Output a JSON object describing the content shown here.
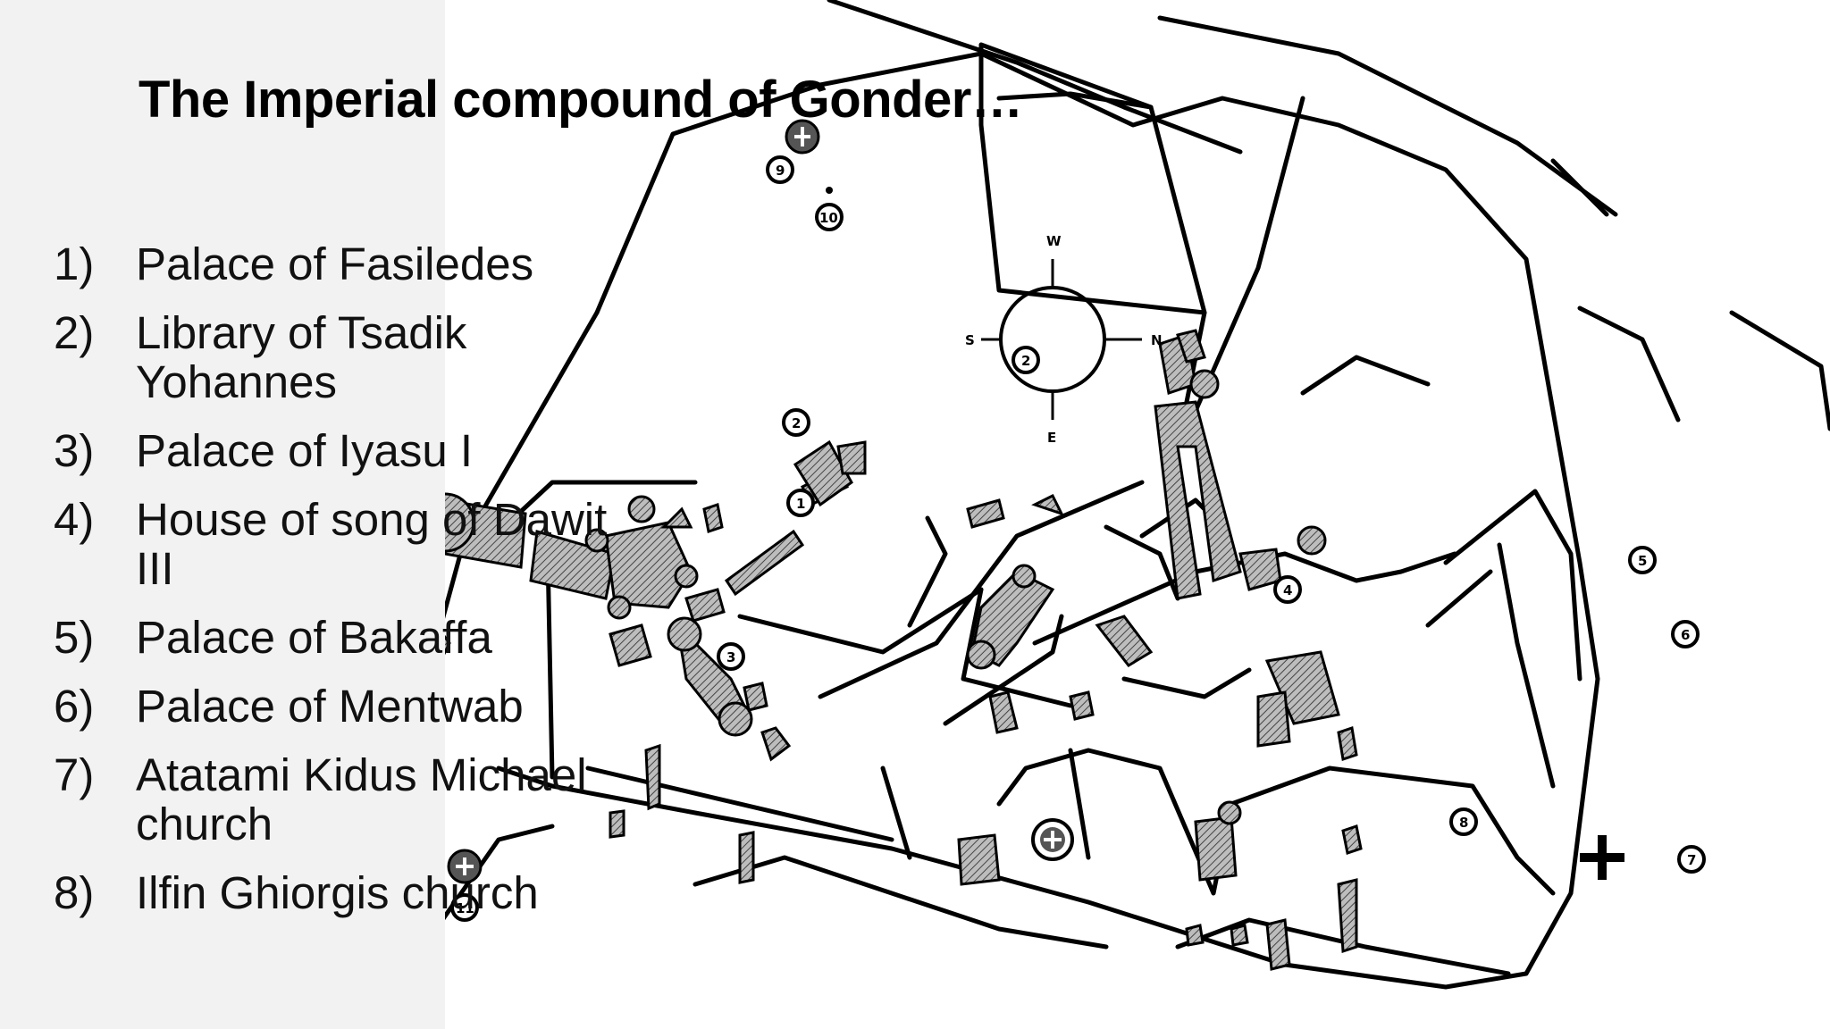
{
  "slide": {
    "title": "The Imperial compound of Gonder…",
    "legend": [
      {
        "num": "1)",
        "text": "Palace of Fasiledes"
      },
      {
        "num": "2)",
        "text": "Library of Tsadik Yohannes"
      },
      {
        "num": "3)",
        "text": "Palace of Iyasu I"
      },
      {
        "num": "4)",
        "text": "House of song of Dawit III"
      },
      {
        "num": "5)",
        "text": "Palace of Bakaffa"
      },
      {
        "num": "6)",
        "text": "Palace of Mentwab"
      },
      {
        "num": "7)",
        "text": "Atatami Kidus Michael church"
      },
      {
        "num": "8)",
        "text": "Ilfin Ghiorgis church"
      }
    ]
  },
  "map": {
    "compass": {
      "w": "W",
      "s": "S",
      "n": "N",
      "e": "E"
    },
    "markers": [
      "1",
      "2",
      "2",
      "3",
      "4",
      "5",
      "6",
      "7",
      "8",
      "9",
      "10",
      "11"
    ]
  }
}
